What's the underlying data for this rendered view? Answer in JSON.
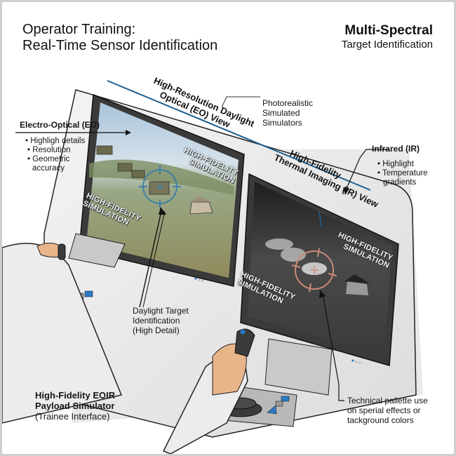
{
  "header": {
    "title_line1": "Operator Training:",
    "title_line2": "Real-Time Sensor Identification",
    "subtitle_bold": "Multi-Spectral",
    "subtitle": "Target Identification"
  },
  "eo_view": {
    "heading_line1": "High-Resolution Daylight",
    "heading_line2": "Optical (EO) View",
    "watermark_line1": "HIGH-FIDELITY",
    "watermark_line2": "SIMULATION"
  },
  "ir_view": {
    "heading_line1": "High-Fidelity",
    "heading_line2": "Thermal Imaging (IR) View",
    "watermark_line1": "HIGH-FIDELITY",
    "watermark_line2": "SIMULATION"
  },
  "callouts": {
    "photorealistic": [
      "Photorealistic",
      "Simulated",
      "Simulators"
    ],
    "eo": {
      "title": "Electro-Optical (EO)",
      "bullets": [
        "Highligh details",
        "Resolution",
        "Geometric",
        "accuracy"
      ]
    },
    "ir": {
      "title": "Infrared (IR)",
      "bullets": [
        "Highlight",
        "Temperature",
        "gradients"
      ]
    },
    "daylight": [
      "Daylight Target",
      "Identification",
      "(High Detail)"
    ],
    "palette": [
      "Technical pallette use",
      "on sperial effects or",
      "tackground colors"
    ],
    "simulator": {
      "line1": "High-Fidelity EOIR",
      "line2": "Payload Simulator",
      "line3": "(Trainee Interface)"
    }
  },
  "colors": {
    "accent_blue": "#1f5f8f",
    "eo_reticle": "#3f7fa8",
    "ir_reticle": "#c98a78",
    "button_blue": "#2c7ac9"
  }
}
